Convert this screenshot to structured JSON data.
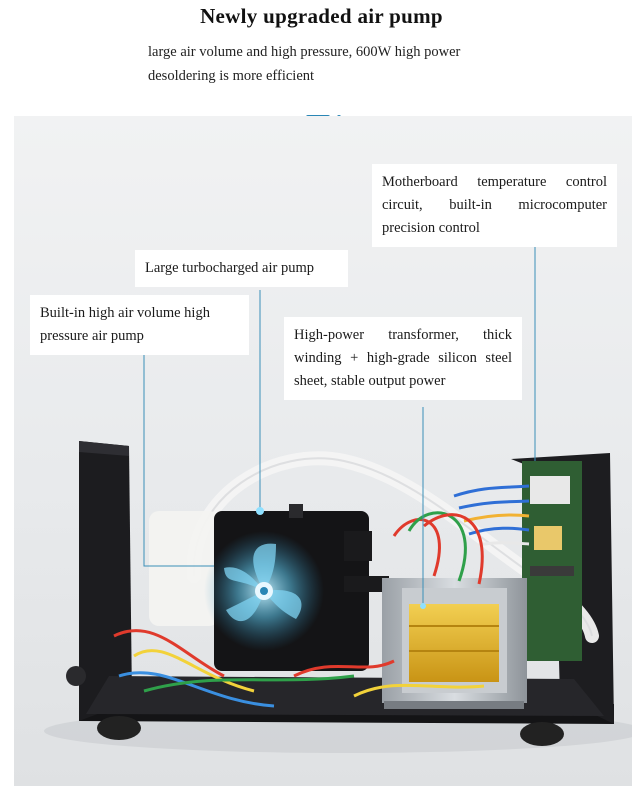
{
  "heading": {
    "title": "Newly upgraded air pump",
    "subtitle": "large air volume and high pressure, 600W high power desoldering is more efficient"
  },
  "callouts": {
    "motherboard": "Motherboard temperature control circuit, built-in microcomputer precision control",
    "turbo_pump": "Large turbocharged air pump",
    "builtin_pump": "Built-in high air volume high pressure air pump",
    "transformer": "High-power transformer, thick winding + high-grade silicon steel sheet, stable output power"
  },
  "colors": {
    "accent": "#2a86b5",
    "leader_line": "#3a8fb8",
    "chassis": "#1a1a1c",
    "transformer_core": "#e3b52a"
  }
}
